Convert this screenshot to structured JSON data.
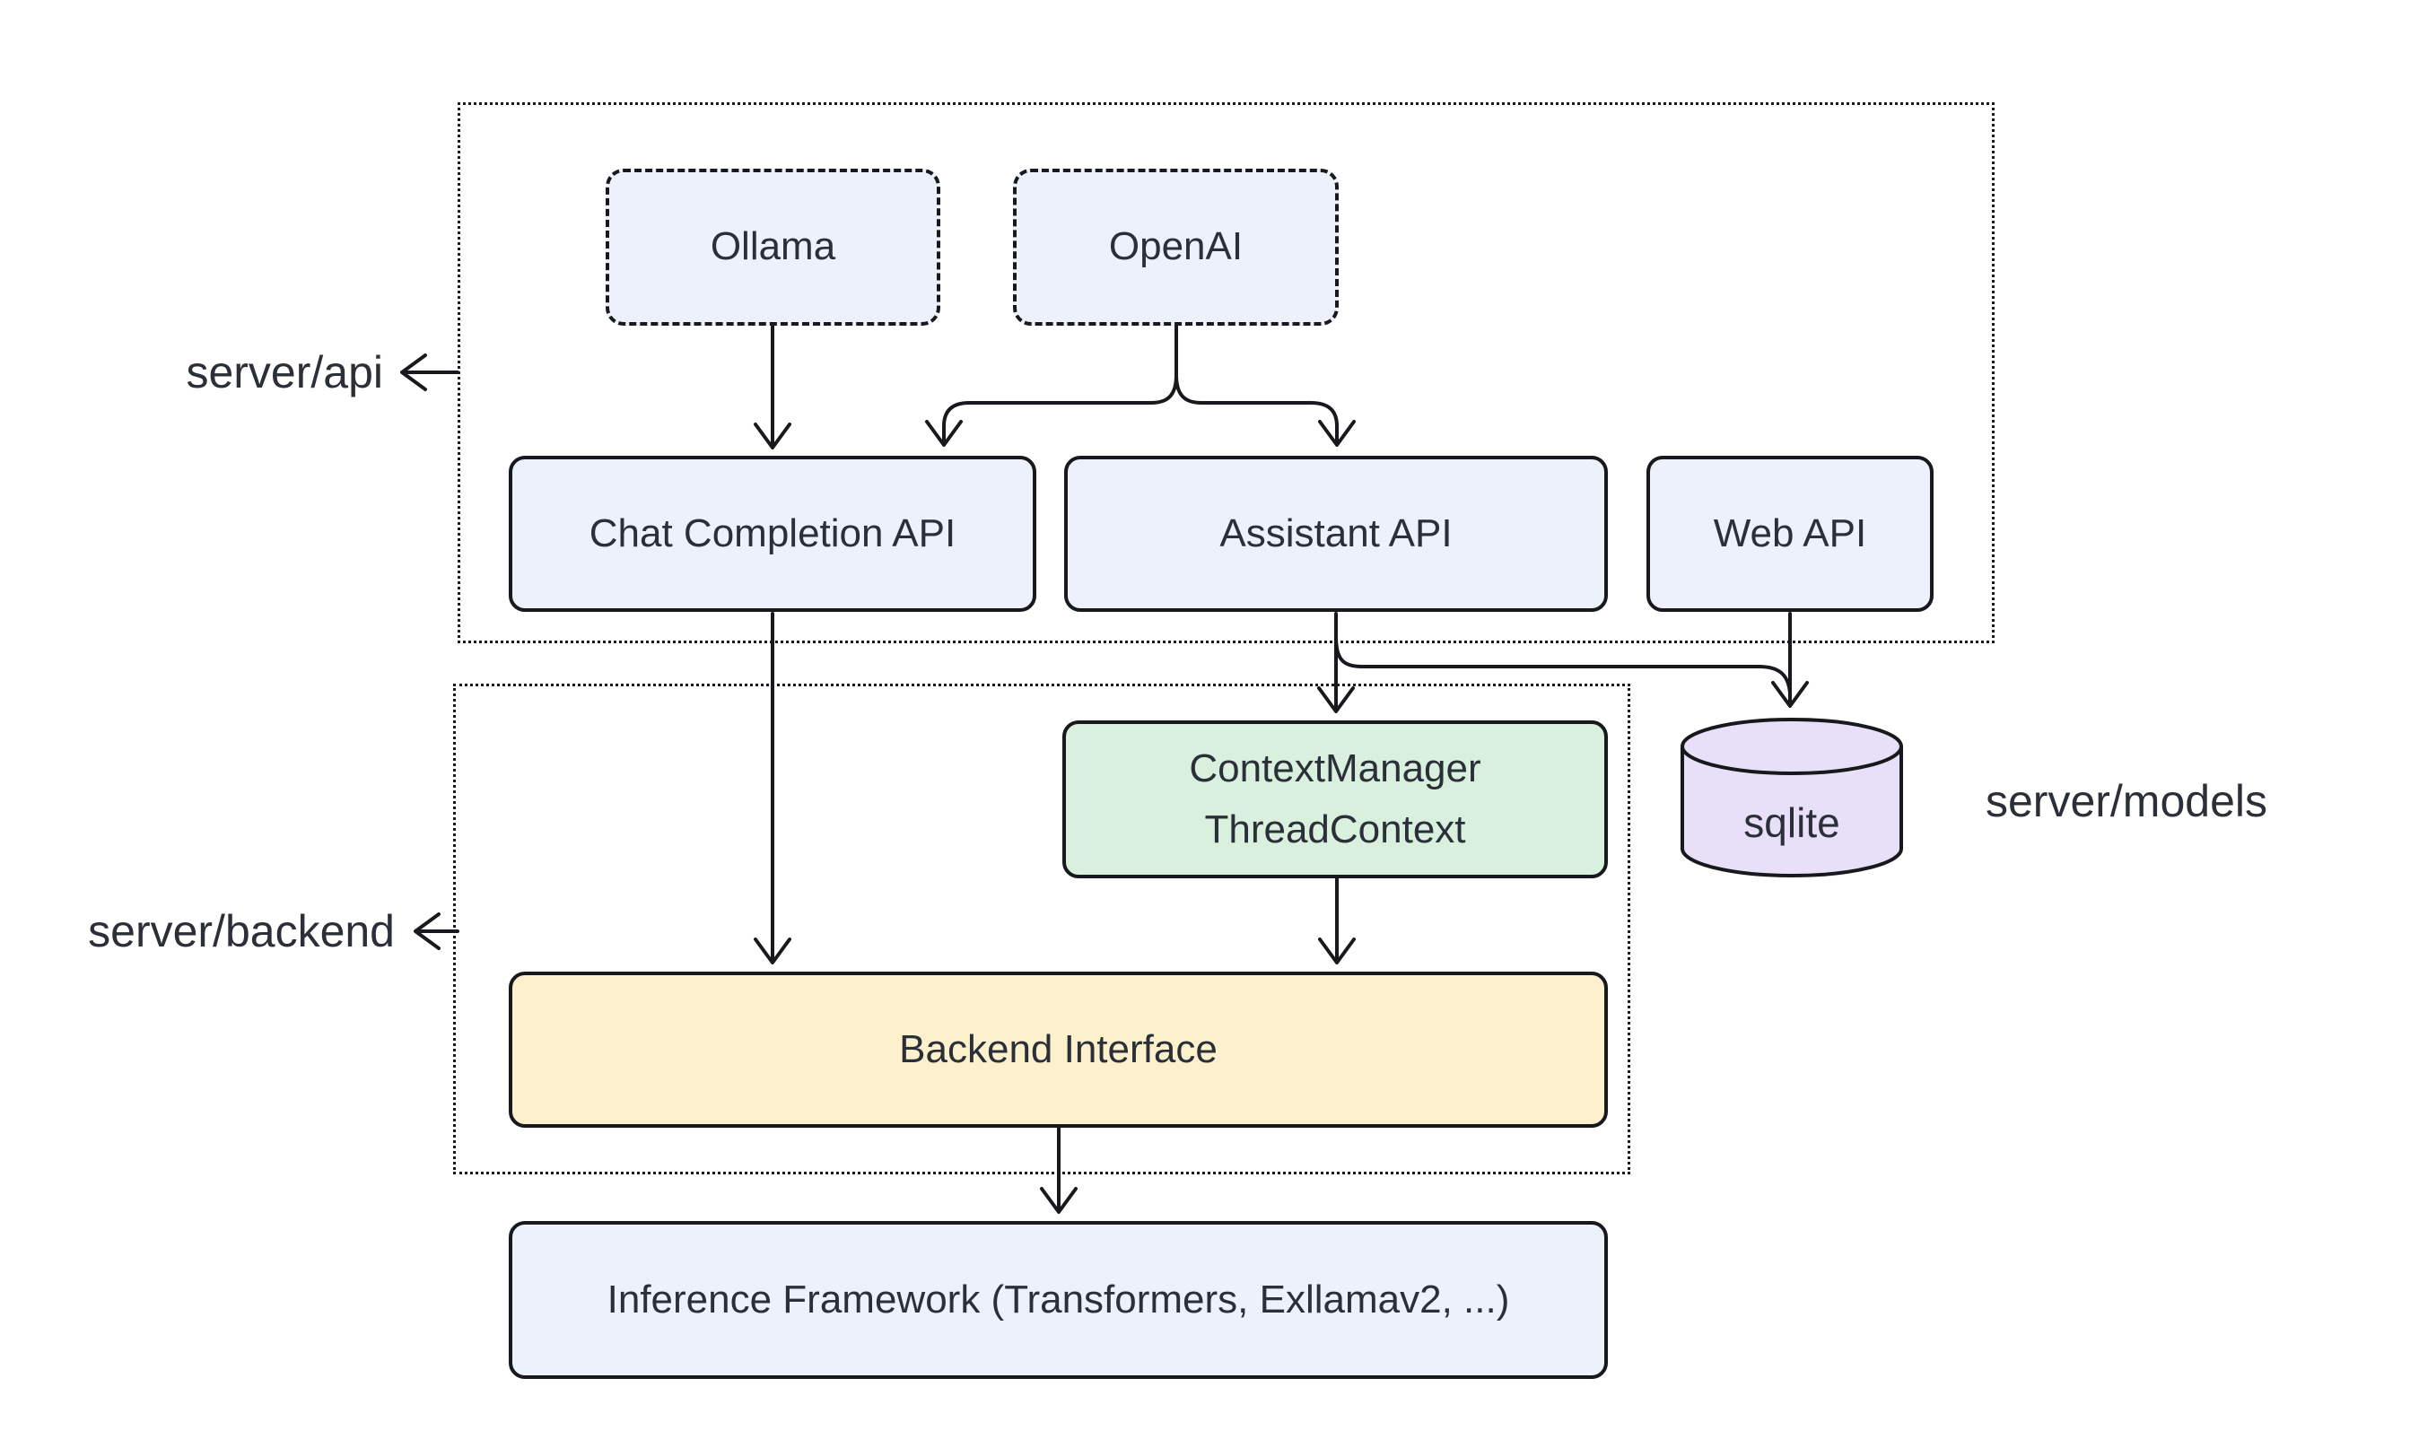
{
  "colors": {
    "node_blue": "#edf1fb",
    "node_green": "#d9f0de",
    "node_yellow": "#fdf0cd",
    "node_purple": "#e8dff8",
    "stroke": "#17191c",
    "text": "#2a2f38",
    "background": "#ffffff"
  },
  "labels": {
    "server_api": "server/api",
    "server_backend": "server/backend",
    "server_models": "server/models"
  },
  "nodes": {
    "ollama": "Ollama",
    "openai": "OpenAI",
    "chat_completion_api": "Chat Completion API",
    "assistant_api": "Assistant API",
    "web_api": "Web API",
    "context_manager_line1": "ContextManager",
    "context_manager_line2": "ThreadContext",
    "sqlite": "sqlite",
    "backend_interface": "Backend Interface",
    "inference_framework": "Inference Framework (Transformers, Exllamav2, ...)"
  },
  "edges": [
    {
      "from": "Ollama",
      "to": "Chat Completion API"
    },
    {
      "from": "OpenAI",
      "to": "Chat Completion API"
    },
    {
      "from": "OpenAI",
      "to": "Assistant API"
    },
    {
      "from": "Assistant API",
      "to": "ContextManager ThreadContext"
    },
    {
      "from": "Assistant API",
      "to": "sqlite"
    },
    {
      "from": "Web API",
      "to": "sqlite"
    },
    {
      "from": "Chat Completion API",
      "to": "Backend Interface"
    },
    {
      "from": "ContextManager ThreadContext",
      "to": "Backend Interface"
    },
    {
      "from": "Backend Interface",
      "to": "Inference Framework (Transformers, Exllamav2, ...)"
    },
    {
      "from": "server/api container",
      "to": "server/api label"
    },
    {
      "from": "server/backend container",
      "to": "server/backend label"
    }
  ]
}
